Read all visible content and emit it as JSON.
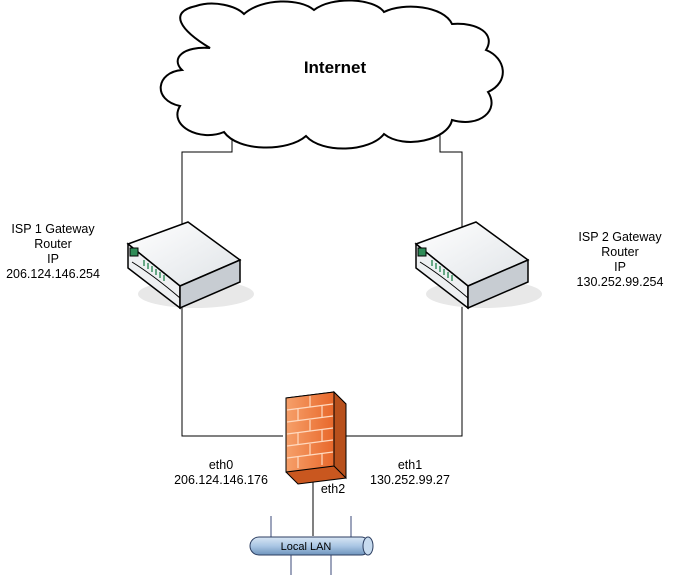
{
  "cloud": {
    "label": "Internet"
  },
  "isp1": {
    "lines": [
      "ISP 1 Gateway",
      "Router",
      "IP",
      "206.124.146.254"
    ]
  },
  "isp2": {
    "lines": [
      "ISP 2 Gateway",
      "Router",
      "IP",
      "130.252.99.254"
    ]
  },
  "eth0": {
    "name": "eth0",
    "ip": "206.124.146.176"
  },
  "eth1": {
    "name": "eth1",
    "ip": "130.252.99.27"
  },
  "eth2": {
    "name": "eth2"
  },
  "lan": {
    "label": "Local LAN"
  },
  "colors": {
    "router_body": "#e9ecef",
    "router_side": "#c7ccd2",
    "router_led": "#2e8b57",
    "firewall_brick": "#f07a3c",
    "firewall_mortar": "#ffd9bf",
    "lan_pipe": "#a9c6e4",
    "line": "#000000"
  }
}
